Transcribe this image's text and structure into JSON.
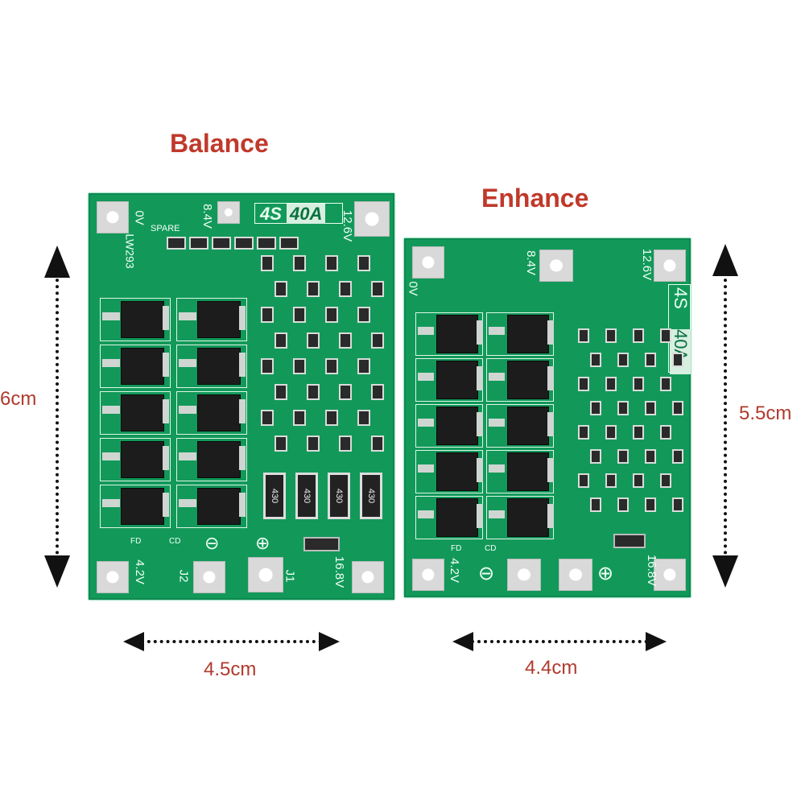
{
  "labels": {
    "balance": "Balance",
    "enhance": "Enhance"
  },
  "dimensions": {
    "left_height": "6cm",
    "left_width": "4.5cm",
    "right_height": "5.5cm",
    "right_width": "4.4cm"
  },
  "left_board": {
    "p0": "0V",
    "p1": "8.4V",
    "p2": "12.6V",
    "p3": "4.2V",
    "p4": "16.8V",
    "series": "4S",
    "current": "40A",
    "spare": "SPARE",
    "model": "LW293",
    "j1": "J1",
    "j2": "J2",
    "minus": "⊖",
    "plus": "⊕",
    "fd": "FD",
    "cd": "CD",
    "resistor": "430"
  },
  "right_board": {
    "p0": "0V",
    "p1": "8.4V",
    "p2": "12.6V",
    "p3": "4.2V",
    "p4": "16.8V",
    "series": "4S",
    "current": "40A",
    "minus": "⊖",
    "plus": "⊕",
    "fd": "FD",
    "cd": "CD"
  },
  "colors": {
    "title": "#c0392b",
    "pcb": "#12995a"
  }
}
